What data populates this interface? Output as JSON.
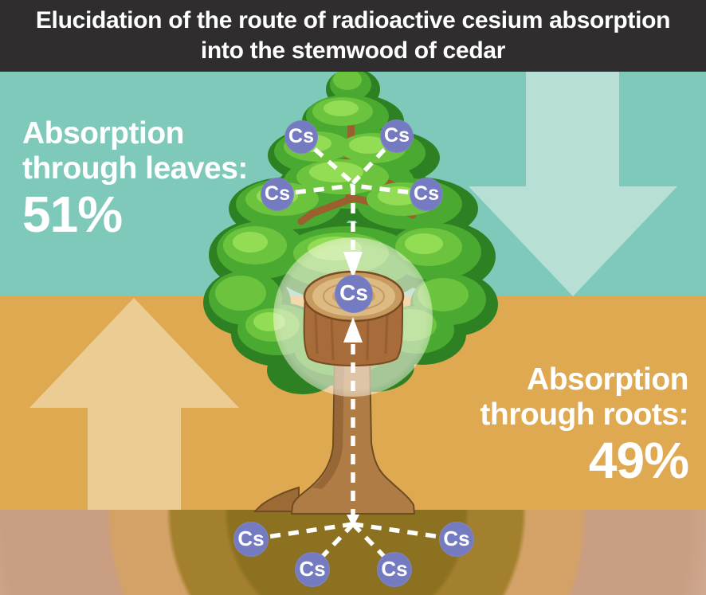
{
  "header": {
    "title_line1": "Elucidation of the route of radioactive cesium absorption",
    "title_line2": "into the stemwood of cedar"
  },
  "left_label": {
    "line1": "Absorption",
    "line2": "through leaves:",
    "value": "51%"
  },
  "right_label": {
    "line1": "Absorption",
    "line2": "through roots:",
    "value": "49%"
  },
  "badge_symbol": "Cs",
  "diagram": {
    "leaf_absorption_percent": 51,
    "root_absorption_percent": 49,
    "leaf_badge_count": 4,
    "root_badge_count": 4,
    "stemwood_badge_count": 1,
    "icons": [
      "cedar-tree-illustration",
      "stemwood-cross-section",
      "deposition-down-arrow",
      "uptake-up-arrow",
      "dashed-flow-lines"
    ]
  },
  "colors": {
    "header_bg": "#2f2d2d",
    "sky": "#7ec9ba",
    "sky_arrow": "#b7dfd5",
    "soil": "#dfa951",
    "soil_arrow": "#ebcd93",
    "soil_deep_inner": "#8c7120",
    "soil_deep_ring": "#a2802e",
    "soil_deep_outer": "#d4a267",
    "soil_bedrock": "#c99e83",
    "badge": "#757bc0",
    "text": "#ffffff"
  }
}
